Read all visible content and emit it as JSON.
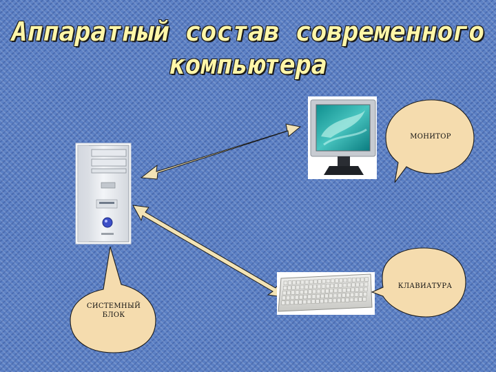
{
  "title": {
    "line1": "Аппаратный состав современного",
    "line2": "компьютера"
  },
  "labels": {
    "monitor": "МОНИТОР",
    "keyboard": "КЛАВИАТУРА",
    "system_unit_line1": "СИСТЕМНЫЙ",
    "system_unit_line2": "БЛОК"
  },
  "icons": [
    "system-unit-icon",
    "monitor-icon",
    "keyboard-icon",
    "arrow"
  ]
}
